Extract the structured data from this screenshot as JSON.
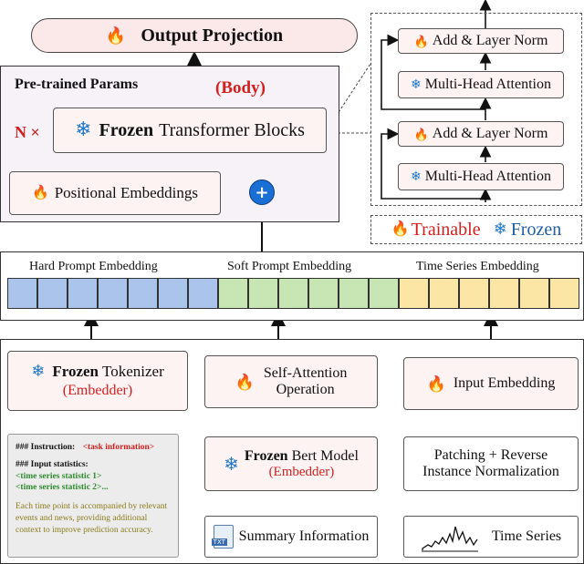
{
  "output_projection": "Output Projection",
  "body_panel": {
    "title": "Pre-trained Params",
    "subtitle": "(Body)",
    "n_times": "N ×",
    "transformer_bold": "Frozen",
    "transformer_rest": "Transformer Blocks",
    "positional": "Positional Embeddings",
    "plus": "+"
  },
  "detail_panel": {
    "blocks": [
      {
        "label": "Add & Layer Norm",
        "icon": "fire-icon"
      },
      {
        "label": "Multi-Head Attention",
        "icon": "snowflake-icon"
      },
      {
        "label": "Add & Layer Norm",
        "icon": "fire-icon"
      },
      {
        "label": "Multi-Head Attention",
        "icon": "snowflake-icon"
      }
    ]
  },
  "legend": {
    "trainable": "Trainable",
    "frozen": "Frozen"
  },
  "embedding_row": {
    "hard": "Hard Prompt Embedding",
    "soft": "Soft Prompt Embedding",
    "time": "Time Series Embedding",
    "colors": {
      "hard": "#aac4ec",
      "soft": "#c8e6b4",
      "time": "#fbe6a6"
    }
  },
  "tokenizer": {
    "bold": "Frozen",
    "rest": "Tokenizer",
    "sub": "(Embedder)"
  },
  "self_attention": {
    "line1": "Self-Attention",
    "line2": "Operation"
  },
  "input_embedding": "Input Embedding",
  "bert": {
    "bold": "Frozen",
    "rest": "Bert Model",
    "sub": "(Embedder)"
  },
  "patching": {
    "line1": "Patching + Reverse",
    "line2": "Instance Normalization"
  },
  "summary": "Summary Information",
  "time_series": "Time Series",
  "txt_icon": "TXT",
  "prompt_text": {
    "instruction_label": "### Instruction:",
    "instruction_value": "<task information>",
    "stats_label": "### Input statistics:",
    "stat1": "<time series statistic 1>",
    "stat2": "<time series statistic 2>...",
    "note": "Each time point is accompanied by relevant events and news, providing additional context to improve prediction accuracy."
  },
  "icons": {
    "fire": "🔥",
    "snow": "❄"
  }
}
